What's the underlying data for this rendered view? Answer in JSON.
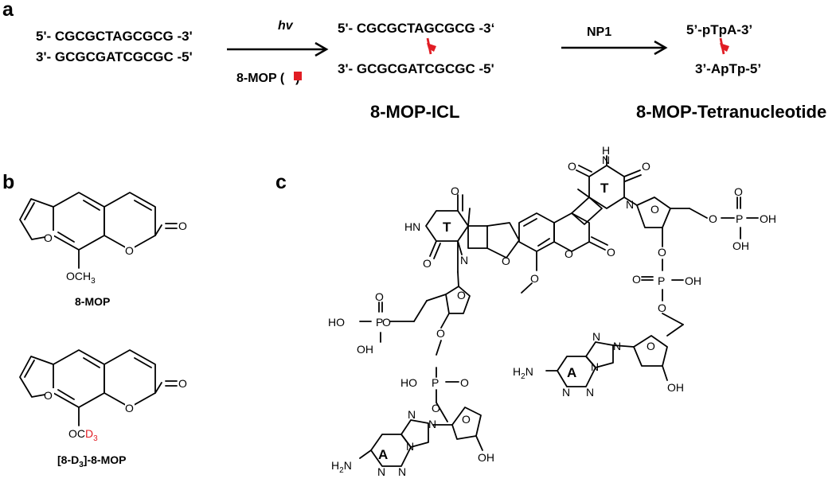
{
  "colors": {
    "ink": "#000000",
    "crosslink_red": "#e11d24",
    "background": "#ffffff"
  },
  "panel_a": {
    "label": "a",
    "duplex": {
      "top": "5'- CGCGCTAGCGCG -3'",
      "bottom": "3'- GCGCGATCGCGC -5'"
    },
    "step1": {
      "reagent": "hv",
      "condition_pre": "8-MOP (",
      "condition_post": ")"
    },
    "icl_duplex": {
      "top_pre": "5'- CGCGCT",
      "top_post": "AGCGCG -3‘",
      "bottom_pre": "3'- GCGCGA",
      "bottom_post": "T",
      "bottom_tail": "CGCGC -5'"
    },
    "icl_name": "8-MOP-ICL",
    "step2": {
      "reagent": "NP1"
    },
    "product": {
      "top_pre": "5’-p",
      "top_T": "T",
      "top_post": "pA-3’",
      "bottom": "3’-ApTp-5’"
    },
    "product_name": "8-MOP-Tetranucleotide"
  },
  "panel_b": {
    "label": "b",
    "mol1": {
      "substituent": "OCH",
      "substituent_sub": "3",
      "caption": "8-MOP"
    },
    "mol2": {
      "substituent": "OC",
      "substituent_red": "D",
      "substituent_red_sub": "3",
      "caption_pre": "[8-D",
      "caption_sub": "3",
      "caption_post": "]-8-MOP"
    }
  },
  "panel_c": {
    "label": "c",
    "atoms": {
      "O": "O",
      "H": "H",
      "N": "N",
      "NH": "NH",
      "HN": "HN",
      "HO": "HO",
      "OH": "OH",
      "P": "P",
      "H2N_pre": "H",
      "H2N_sub": "2",
      "H2N_post": "N"
    },
    "base_T": "T",
    "base_A": "A"
  }
}
